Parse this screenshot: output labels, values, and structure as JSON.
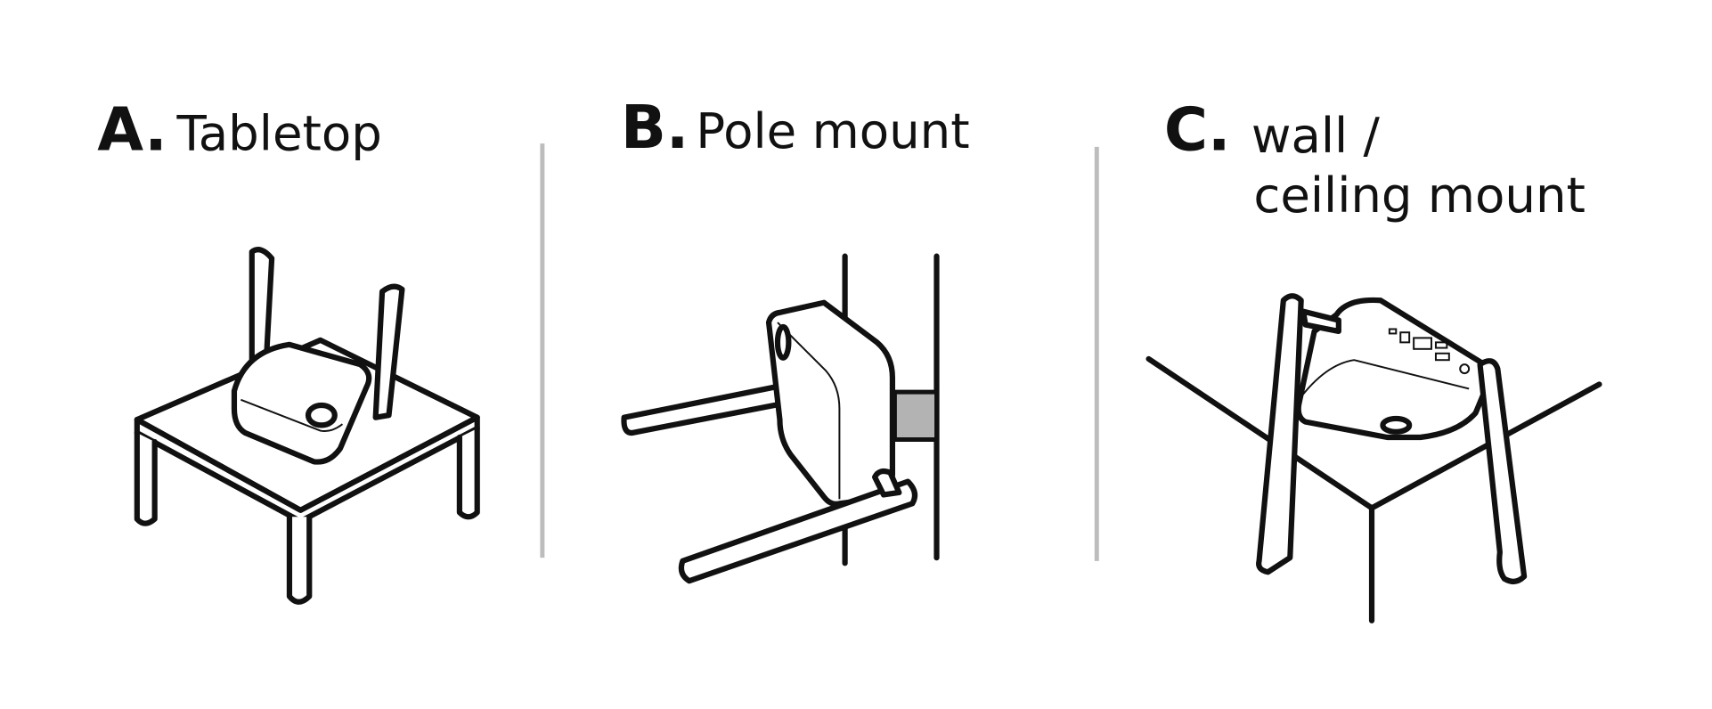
{
  "panels": [
    {
      "letter": "A.",
      "title": "Tabletop"
    },
    {
      "letter": "B.",
      "title": "Pole mount"
    },
    {
      "letter": "C.",
      "title_line1": "wall /",
      "title_line2": "ceiling mount"
    }
  ],
  "colors": {
    "line": "#111111",
    "divider": "#bdbdbd",
    "strap": "#b3b3b3"
  }
}
